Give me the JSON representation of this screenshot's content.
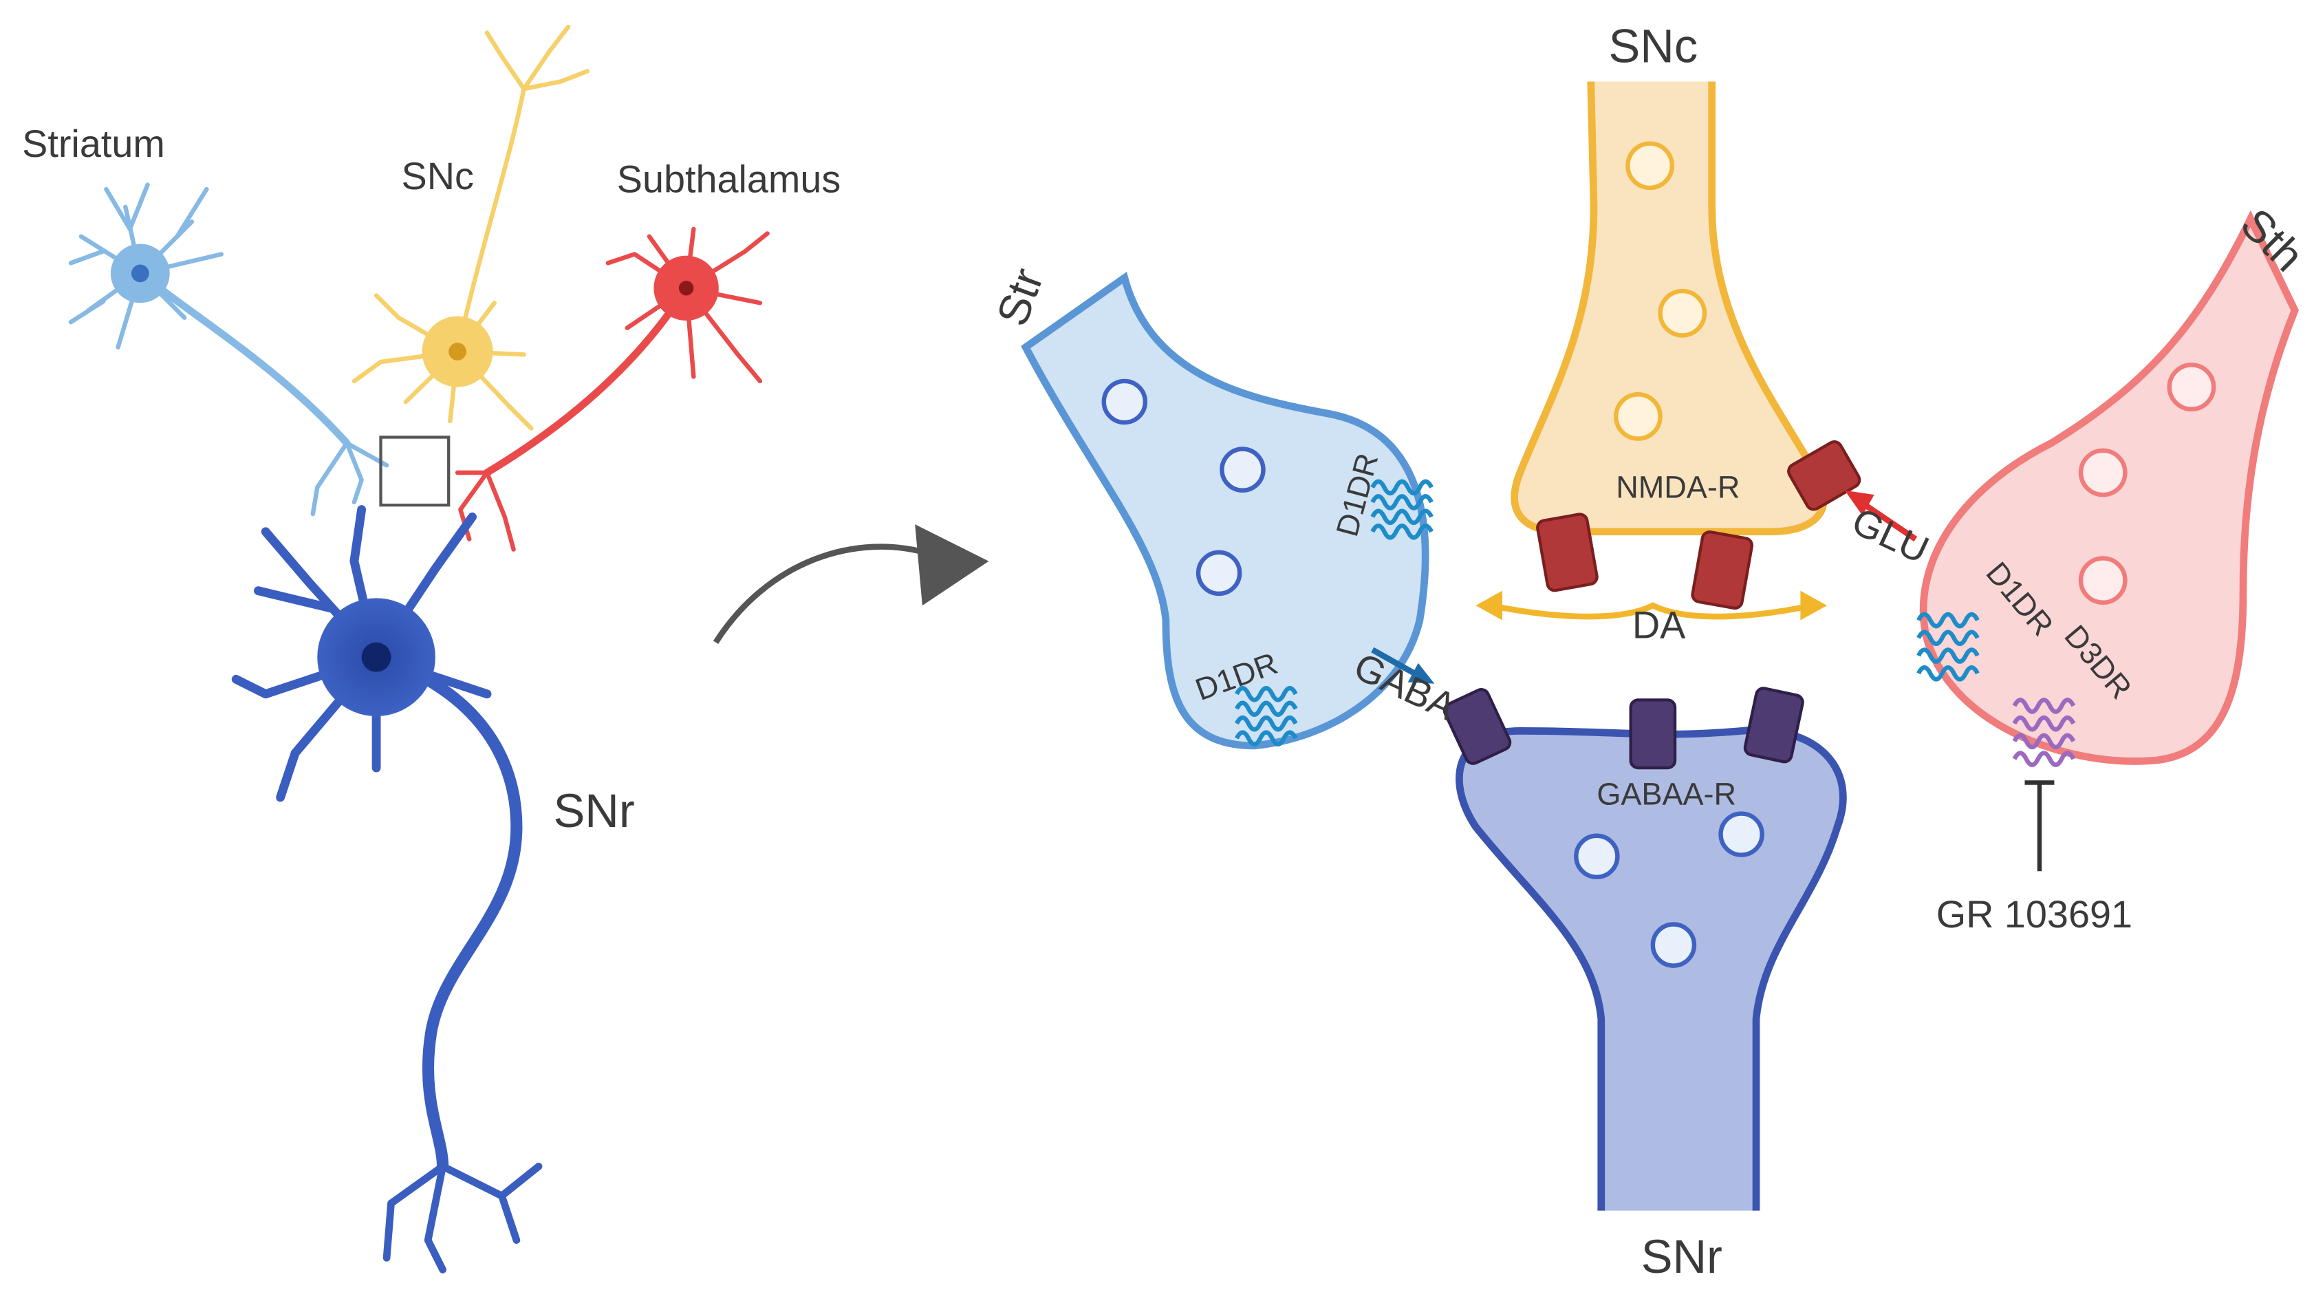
{
  "overview": {
    "striatum": "Striatum",
    "snc": "SNc",
    "subthalamus": "Subthalamus",
    "snr": "SNr"
  },
  "synapse": {
    "snc_title": "SNc",
    "str_title": "Str",
    "sth_title": "Sth",
    "snr_title": "SNr",
    "nmda_r": "NMDA-R",
    "da": "DA",
    "glu": "GLU",
    "gaba": "GABA",
    "gabaa_r": "GABAA-R",
    "d1dr_str_upper": "D1DR",
    "d1dr_str_lower": "D1DR",
    "d1dr_sth": "D1DR",
    "d3dr_sth": "D3DR",
    "drug": "GR 103691"
  },
  "colors": {
    "striatum": "#7fb3e0",
    "snc": "#f5c542",
    "subthalamus": "#e84848",
    "snr": "#3454b4",
    "receptor_nmda": "#a83232",
    "receptor_gaba": "#4a3a6a",
    "receptor_d1": "#1e8cc8",
    "receptor_d3": "#9a6ac0"
  }
}
